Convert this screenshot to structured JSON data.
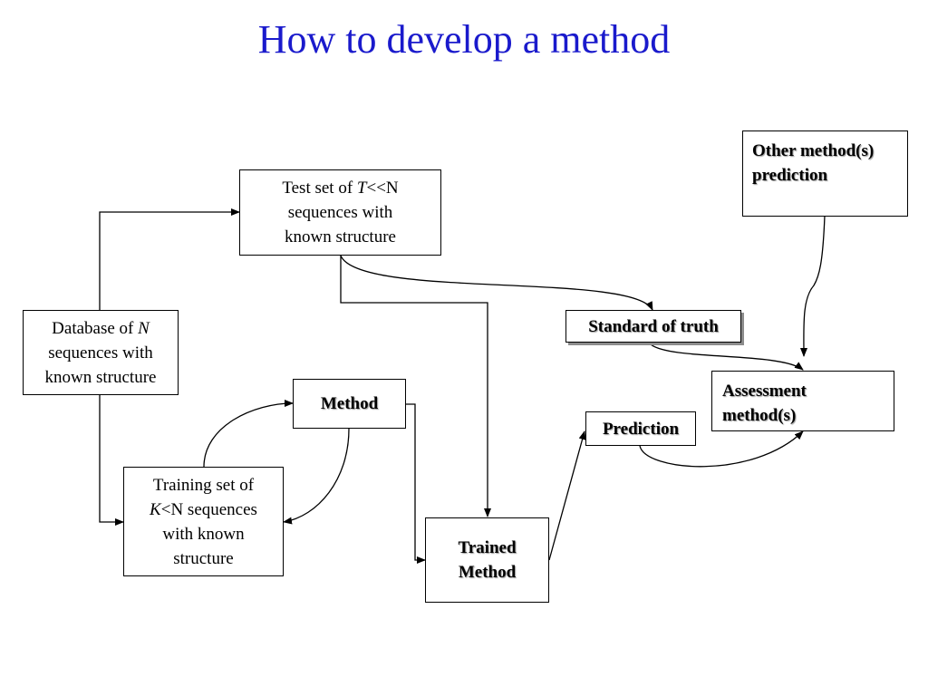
{
  "title": "How to develop a method",
  "colors": {
    "title": "#1a1acc",
    "line": "#000000",
    "box_border": "#000000",
    "shadow": "#8c8c8c"
  },
  "nodes": {
    "database": {
      "line1_pre": "Database of ",
      "line1_var": "N",
      "line2": "sequences with",
      "line3": "known structure"
    },
    "test_set": {
      "line1_pre": "Test set of ",
      "line1_var": "T",
      "line1_post": "<<N",
      "line2": "sequences with",
      "line3": "known structure"
    },
    "training_set": {
      "line1": "Training set of",
      "line2_var": "K",
      "line2_post": "<N sequences",
      "line3": "with known",
      "line4": "structure"
    },
    "method": {
      "label": "Method"
    },
    "trained_method": {
      "line1": "Trained",
      "line2": "Method"
    },
    "standard_of_truth": {
      "label": "Standard of truth"
    },
    "prediction": {
      "label": "Prediction"
    },
    "assessment": {
      "line1": "Assessment",
      "line2": "method(s)"
    },
    "other_methods": {
      "line1": "Other method(s)",
      "line2": "prediction"
    }
  }
}
